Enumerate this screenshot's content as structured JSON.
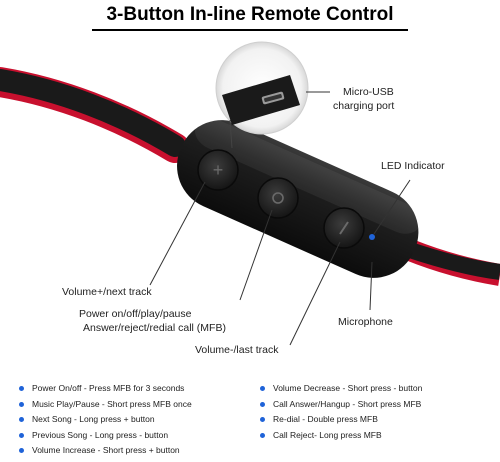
{
  "title": "3-Button In-line Remote Control",
  "callouts": {
    "micro_usb_line1": "Micro-USB",
    "micro_usb_line2": "charging port",
    "led_indicator": "LED Indicator",
    "volume_plus": "Volume+/next track",
    "mfb_line1": "Power on/off/play/pause",
    "mfb_line2": "Answer/reject/redial call (MFB)",
    "microphone": "Microphone",
    "volume_minus": "Volume-/last track"
  },
  "functions_left": [
    "Power On/off - Press MFB for 3 seconds",
    "Music Play/Pause - Short press MFB once",
    "Next Song - Long press + button",
    "Previous Song - Long press - button",
    "Volume Increase - Short press + button"
  ],
  "functions_right": [
    "Volume Decrease - Short press - button",
    "Call Answer/Hangup - Short press MFB",
    "Re-dial - Double press MFB",
    "Call Reject- Long press MFB"
  ],
  "colors": {
    "bullet": "#1f63d8",
    "cable_red": "#c8102e",
    "led": "#1f63d8",
    "remote_body": "#1c1c1c"
  },
  "button_symbols": {
    "plus": "+",
    "mfb": "◯",
    "minus": "−"
  }
}
